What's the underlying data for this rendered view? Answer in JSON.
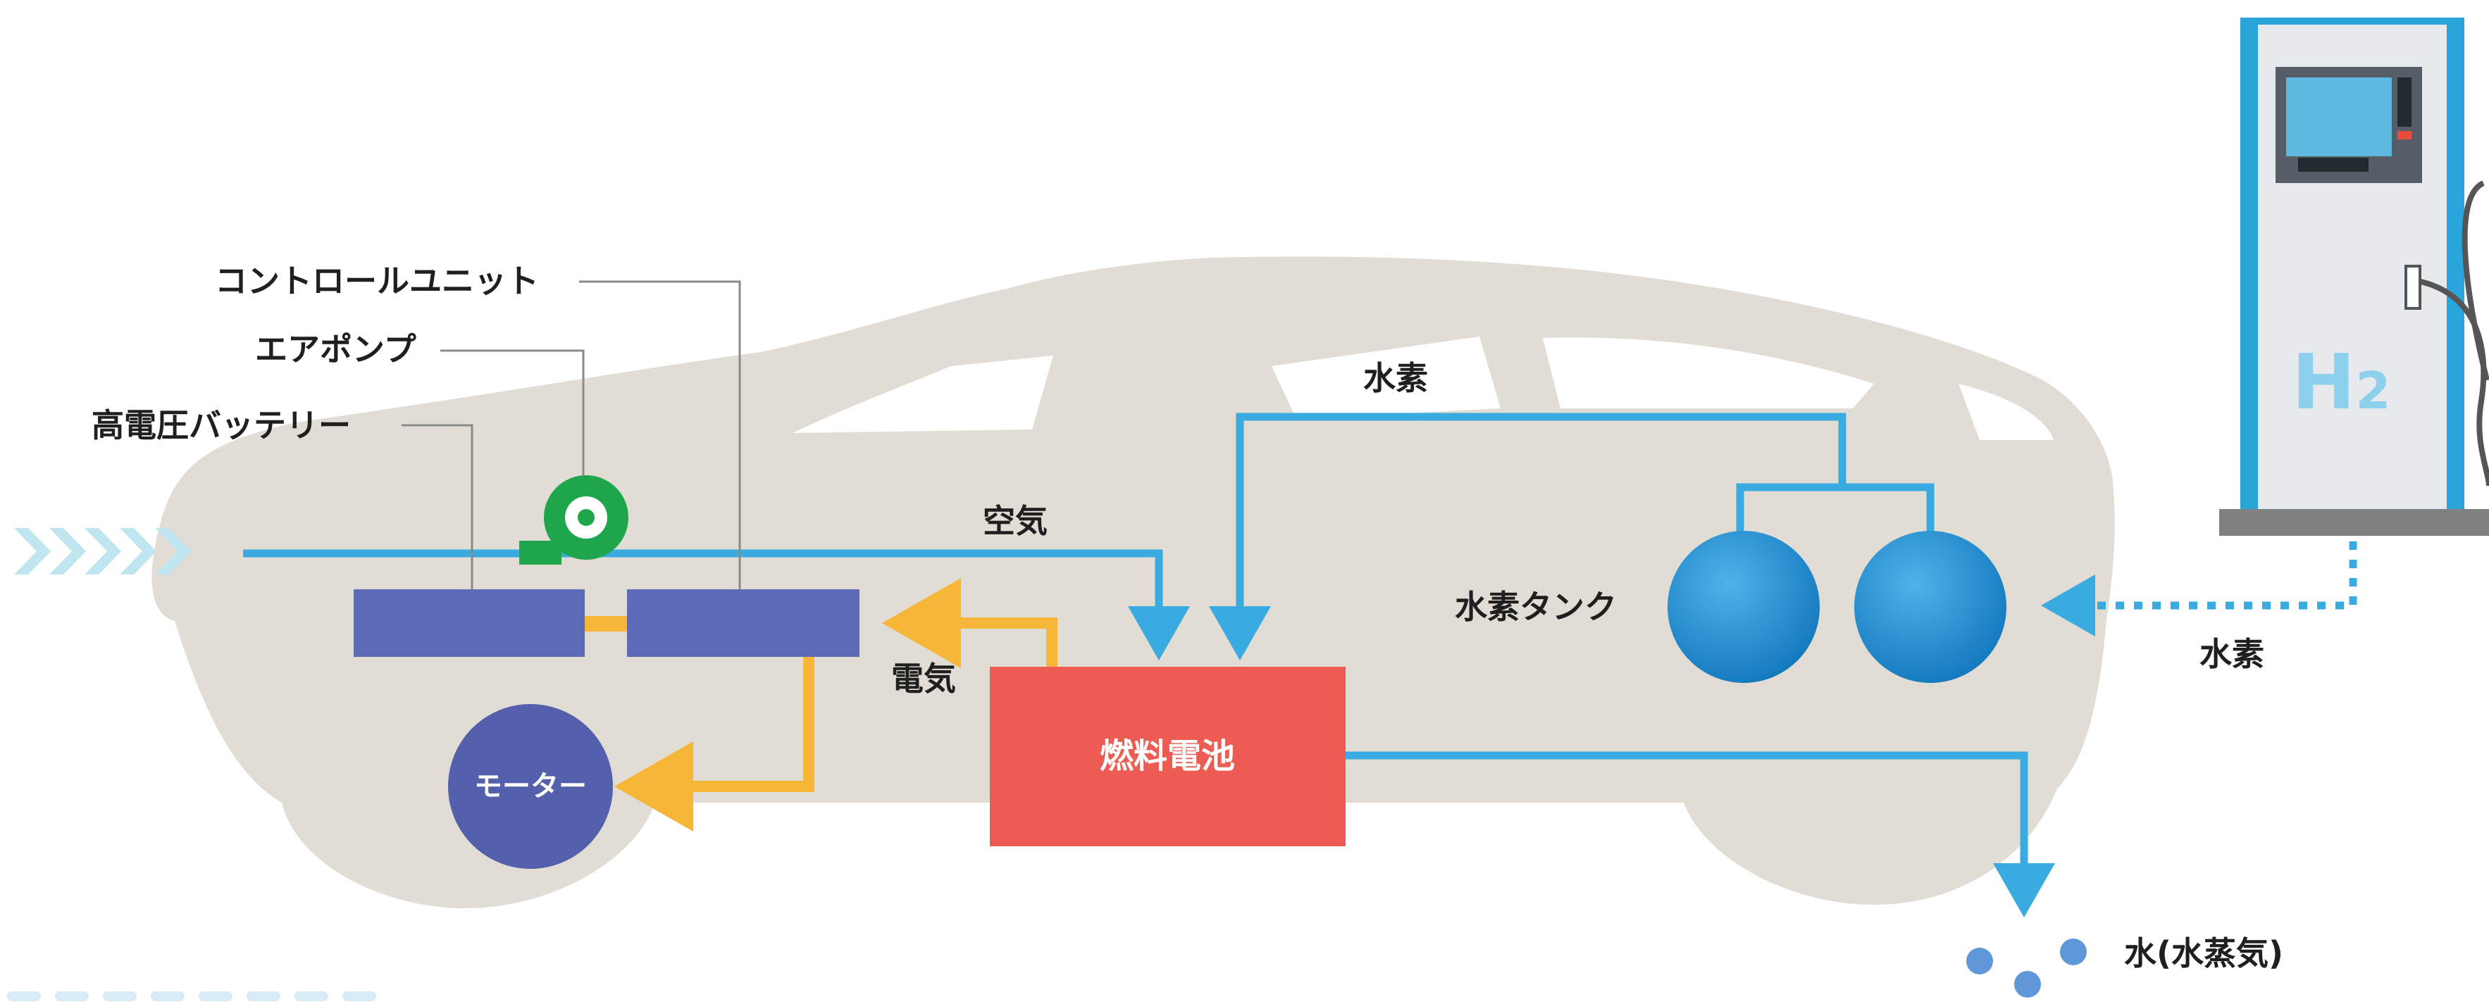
{
  "labels": {
    "control_unit": "コントロールユニット",
    "air_pump": "エアポンプ",
    "high_voltage_battery": "高電圧バッテリー",
    "air": "空気",
    "electricity": "電気",
    "motor": "モーター",
    "fuel_cell": "燃料電池",
    "hydrogen_top": "水素",
    "hydrogen_tank": "水素タンク",
    "hydrogen_side": "水素",
    "water": "水(水蒸気)",
    "station_sign": "H",
    "station_sign_sub": "2"
  },
  "colors": {
    "car_body": "#e1ddd5",
    "window": "#ffffff",
    "blue_arrow": "#3aabe0",
    "yellow_arrow": "#f6b638",
    "battery_box": "#5b6bb5",
    "motor": "#5460ab",
    "fuel_cell": "#ec5c52",
    "tank": "#1e90d3",
    "pump": "#1fa54a",
    "chevron": "#bfe5ef",
    "leader_line": "#8a8a8a",
    "station_body": "#e7eaec",
    "station_frame": "#2aa5da",
    "station_base": "#808080"
  }
}
